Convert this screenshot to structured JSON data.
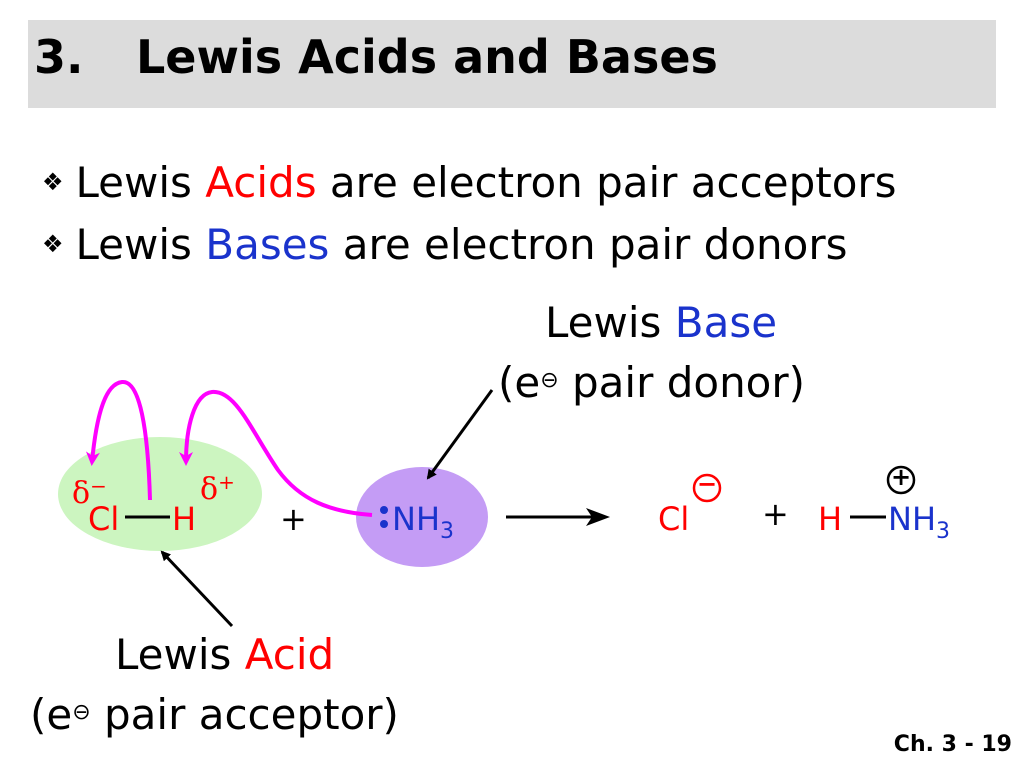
{
  "title": {
    "number": "3.",
    "text": "Lewis Acids and Bases"
  },
  "bullets": [
    {
      "pre": "Lewis ",
      "highlight": "Acids",
      "post": " are electron pair acceptors"
    },
    {
      "pre": "Lewis ",
      "highlight": "Bases",
      "post": " are electron pair donors"
    }
  ],
  "base_label": {
    "line1_pre": "Lewis ",
    "line1_highlight": "Base",
    "line2_open": "(e",
    "line2_rest": " pair donor)"
  },
  "acid_label": {
    "line1_pre": "Lewis ",
    "line1_highlight": "Acid",
    "line2_open": "(e",
    "line2_rest": " pair acceptor)"
  },
  "electron_sign": "⊖",
  "reaction": {
    "partial_neg": {
      "symbol": "δ",
      "sign": "−"
    },
    "partial_pos": {
      "symbol": "δ",
      "sign": "+"
    },
    "hcl_cl": "Cl",
    "hcl_h": "H",
    "plus": "+",
    "nh3_main": "NH",
    "nh3_sub": "3",
    "product_cl": "Cl",
    "product_cl_charge": "−",
    "product_h": "H",
    "product_nh_main": "NH",
    "product_nh_sub": "3",
    "product_nh_charge": "+"
  },
  "colors": {
    "acid": "#ff0000",
    "base": "#1a33cc",
    "arrow_curved": "#ff00ff",
    "acid_ellipse": "#ccf5c0",
    "base_ellipse": "#c49cf5",
    "title_bg": "#dcdcdc"
  },
  "footer": "Ch. 3 - 19"
}
